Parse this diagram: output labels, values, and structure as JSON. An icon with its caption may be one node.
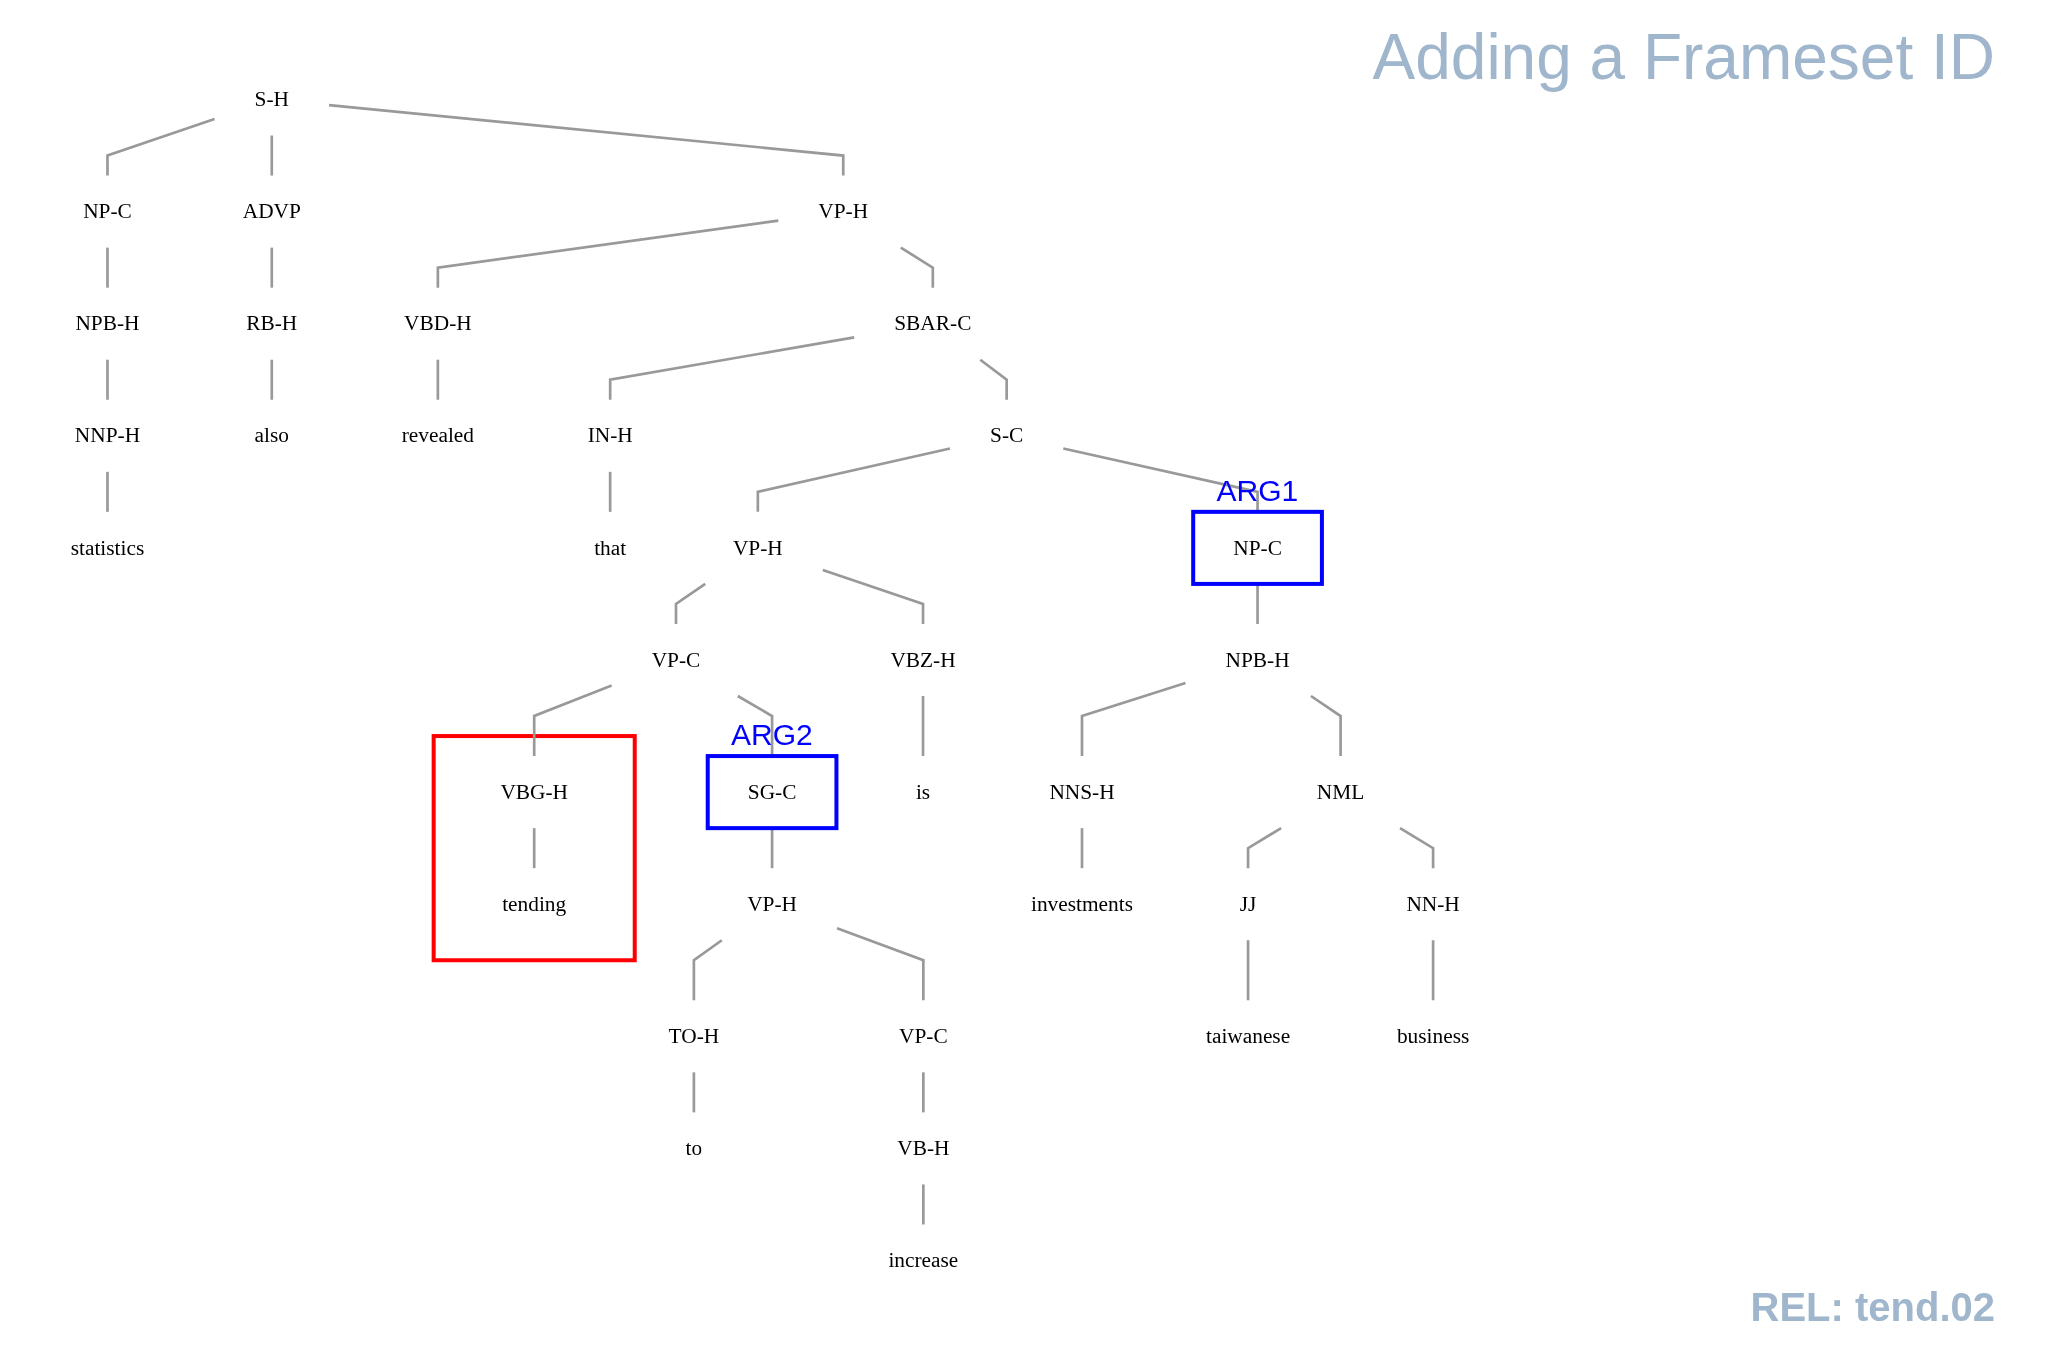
{
  "diagram": {
    "title": "Adding a Frameset ID",
    "nodes": [
      {
        "text": [
          "S-H"
        ]
      },
      {
        "text": [
          "NP-C"
        ]
      },
      {
        "text": [
          "ADVP"
        ]
      },
      {
        "text": [
          "VP-H"
        ]
      },
      {
        "text": [
          "NPB-H"
        ]
      },
      {
        "text": [
          "RB-H"
        ]
      },
      {
        "text": [
          "NNP-H"
        ]
      },
      {
        "text": [
          "also"
        ]
      },
      {
        "text": [
          "VBD-H"
        ]
      },
      {
        "text": [
          "SBAR-C"
        ]
      },
      {
        "text": [
          "statistics"
        ]
      },
      {
        "text": [
          "revealed"
        ]
      },
      {
        "text": [
          "IN-H"
        ]
      },
      {
        "text": [
          "S-C"
        ]
      },
      {
        "text": [
          "that"
        ]
      },
      {
        "text": [
          "NP-C"
        ],
        "beside": [
          "ARG1"
        ]
      },
      {
        "text": [
          "VP-H"
        ]
      },
      {
        "text": [
          "NPB-H"
        ]
      },
      {
        "text": [
          "VBZ-H"
        ]
      },
      {
        "text": [
          "VP-C"
        ]
      },
      {
        "text": [],
        "shape": "box"
      },
      {
        "text": [
          "SG-C"
        ],
        "beside": [
          "ARG2"
        ]
      },
      {
        "text": [
          "NML"
        ]
      },
      {
        "text": [
          "NNS-H"
        ]
      },
      {
        "text": [
          "is"
        ]
      },
      {
        "text": [
          "VBG-H"
        ],
        "in": 20
      },
      {
        "text": [
          "VP-H"
        ]
      },
      {
        "text": [
          "JJ"
        ]
      },
      {
        "text": [
          "NN-H"
        ]
      },
      {
        "text": [
          "investments"
        ]
      },
      {
        "text": [
          "tending"
        ],
        "in": 20
      },
      {
        "text": [
          "TO-H"
        ]
      },
      {
        "text": [
          "VP-C"
        ]
      },
      {
        "text": [
          "taiwanese"
        ]
      },
      {
        "text": [
          "business"
        ]
      },
      {
        "text": [
          "to"
        ]
      },
      {
        "text": [
          "VB-H"
        ]
      },
      {
        "text": [
          "increase"
        ]
      }
    ],
    "edges": [
      {
        "from": 0,
        "to": 1,
        "arrow": "none"
      },
      {
        "from": 0,
        "to": 2,
        "arrow": "none"
      },
      {
        "from": 0,
        "to": 3,
        "arrow": "none"
      },
      {
        "from": 1,
        "to": 4,
        "arrow": "none"
      },
      {
        "from": 4,
        "to": 6,
        "arrow": "none"
      },
      {
        "from": 6,
        "to": 10,
        "arrow": "none"
      },
      {
        "from": 2,
        "to": 5,
        "arrow": "none"
      },
      {
        "from": 5,
        "to": 7,
        "arrow": "none"
      },
      {
        "from": 3,
        "to": 8,
        "arrow": "none"
      },
      {
        "from": 3,
        "to": 9,
        "arrow": "none"
      },
      {
        "from": 8,
        "to": 11,
        "arrow": "none"
      },
      {
        "from": 9,
        "to": 12,
        "arrow": "none"
      },
      {
        "from": 9,
        "to": 13,
        "arrow": "none"
      },
      {
        "from": 12,
        "to": 14,
        "arrow": "none"
      },
      {
        "from": 13,
        "to": 15,
        "arrow": "none"
      },
      {
        "from": 13,
        "to": 16,
        "arrow": "none"
      },
      {
        "from": 15,
        "to": 17,
        "arrow": "none"
      },
      {
        "from": 17,
        "to": 22,
        "arrow": "none"
      },
      {
        "from": 17,
        "to": 23,
        "arrow": "none"
      },
      {
        "from": 22,
        "to": 27,
        "arrow": "none"
      },
      {
        "from": 22,
        "to": 28,
        "arrow": "none"
      },
      {
        "from": 27,
        "to": 33,
        "arrow": "none"
      },
      {
        "from": 28,
        "to": 34,
        "arrow": "none"
      },
      {
        "from": 23,
        "to": 29,
        "arrow": "none"
      },
      {
        "from": 16,
        "to": 18,
        "arrow": "none"
      },
      {
        "from": 16,
        "to": 19,
        "arrow": "none"
      },
      {
        "from": 18,
        "to": 24,
        "arrow": "none"
      },
      {
        "from": 19,
        "to": 25,
        "arrow": "none"
      },
      {
        "from": 19,
        "to": 21,
        "arrow": "none"
      },
      {
        "from": 25,
        "to": 30,
        "arrow": "none"
      },
      {
        "from": 21,
        "to": 26,
        "arrow": "none"
      },
      {
        "from": 26,
        "to": 31,
        "arrow": "none"
      },
      {
        "from": 26,
        "to": 32,
        "arrow": "none"
      },
      {
        "from": 31,
        "to": 35,
        "arrow": "none"
      },
      {
        "from": 32,
        "to": 36,
        "arrow": "none"
      },
      {
        "from": 36,
        "to": 37,
        "arrow": "none"
      }
    ],
    "labels": [
      "REL: tend.02"
    ]
  }
}
